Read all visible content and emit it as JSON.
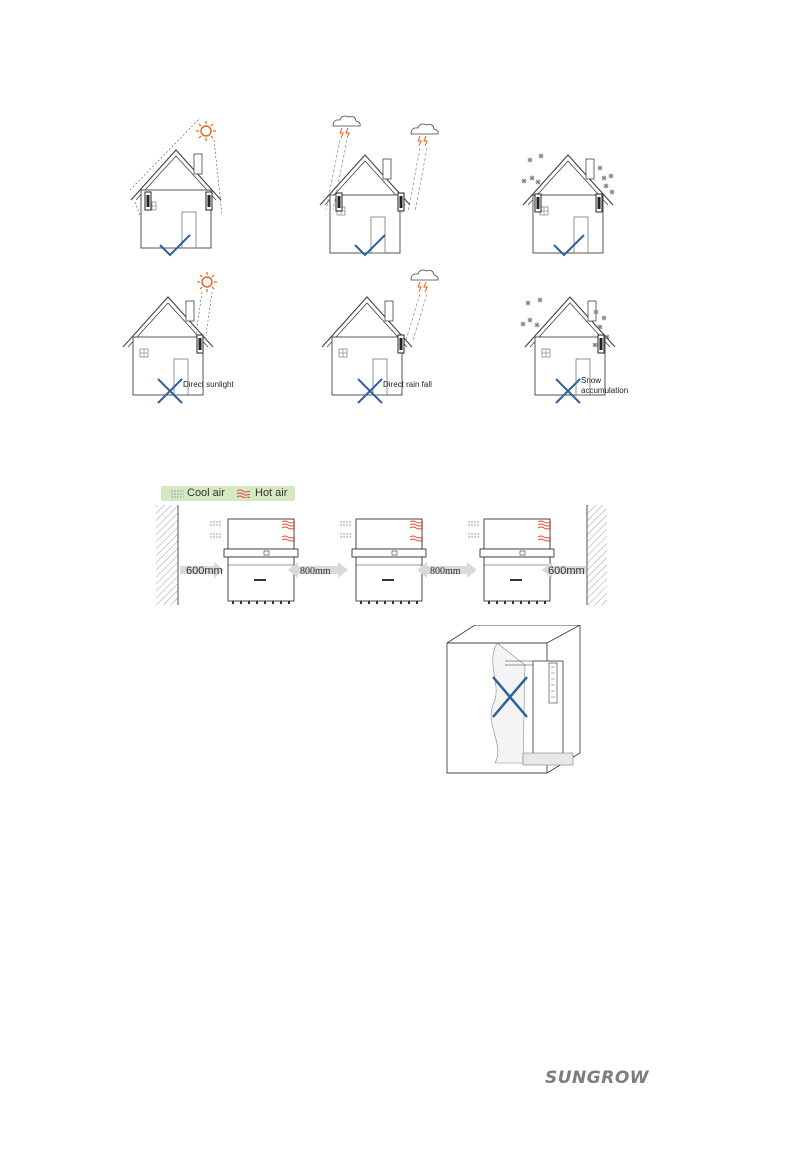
{
  "page": {
    "weather_figure": {
      "captions": {
        "sunlight": "Direct sunlight",
        "rain": "Direct rain fall",
        "snow": "Snow accumulation"
      },
      "correct_mark_color": "#2e5f9e",
      "wrong_mark_color": "#2e5f9e",
      "sun_color": "#e8601c"
    },
    "clearance_figure": {
      "legend": {
        "cool": "Cool air",
        "hot": "Hot air"
      },
      "distances": {
        "left_wall": "600mm",
        "between_1": "800mm",
        "between_2": "800mm",
        "right_wall": "600mm"
      },
      "hot_air_color": "#e04a3c",
      "cool_air_color": "#8aa6c8"
    },
    "enclosure_figure": {
      "wrong_mark_color": "#2e5f9e"
    },
    "footer": {
      "logo": "SUNGROW"
    }
  }
}
